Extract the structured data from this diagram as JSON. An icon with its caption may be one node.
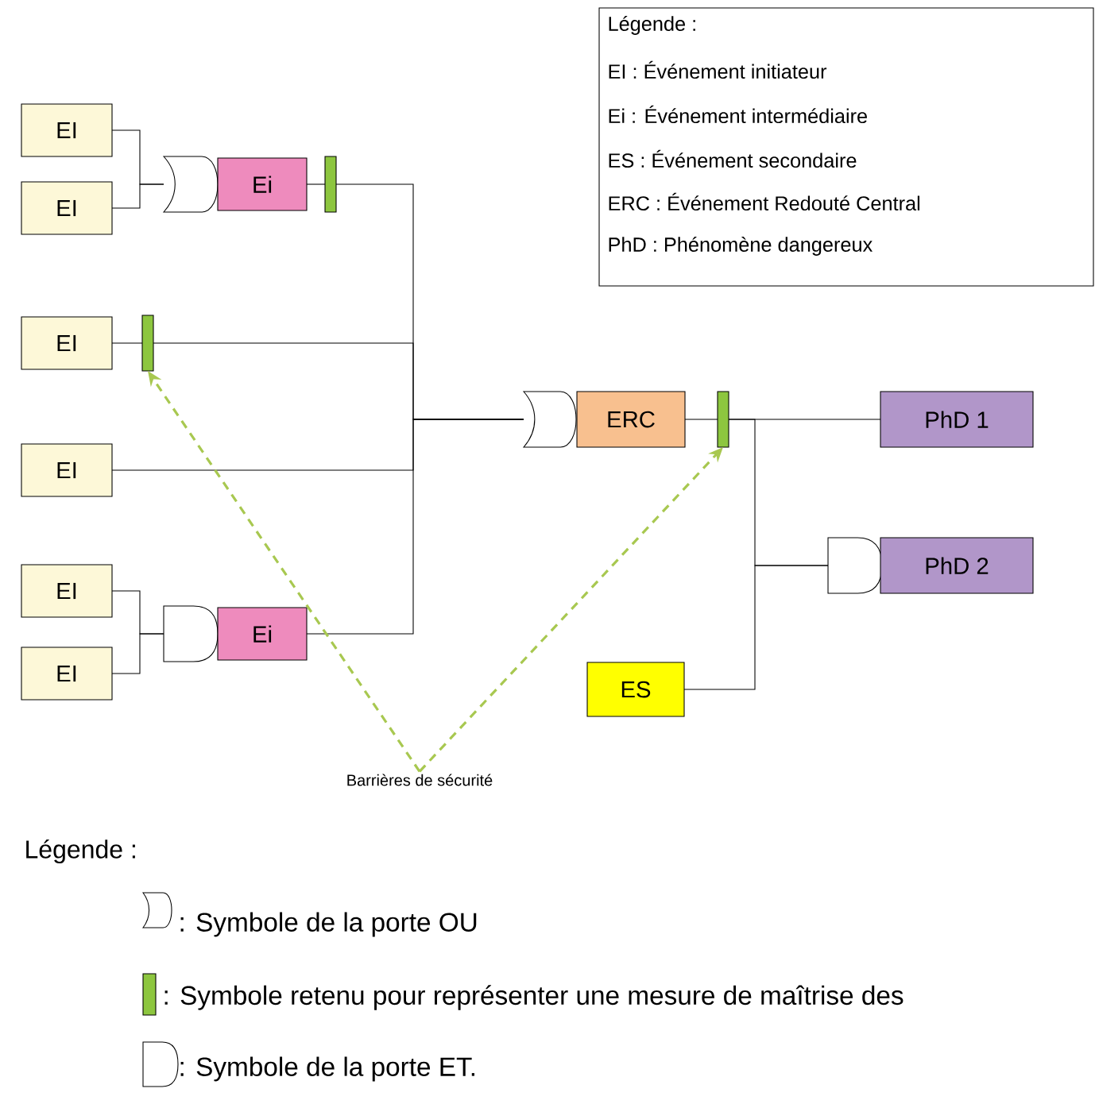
{
  "diagram": {
    "nodes": [
      {
        "text": [
          "EI"
        ]
      },
      {
        "text": [
          "EI"
        ]
      },
      {
        "text": [],
        "shape": "gate"
      },
      {
        "text": [
          "Ei"
        ]
      },
      {
        "text": [],
        "shape": "bar"
      },
      {
        "text": [
          "EI"
        ]
      },
      {
        "text": [],
        "shape": "bar"
      },
      {
        "text": [
          "EI"
        ]
      },
      {
        "text": [
          "EI"
        ]
      },
      {
        "text": [
          "EI"
        ]
      },
      {
        "text": [],
        "shape": "gate"
      },
      {
        "text": [
          "Ei"
        ]
      },
      {
        "text": [],
        "shape": "gate"
      },
      {
        "text": [
          "ERC"
        ]
      },
      {
        "text": [],
        "shape": "bar"
      },
      {
        "text": [
          "PhD 1"
        ]
      },
      {
        "text": [],
        "shape": "gate"
      },
      {
        "text": [
          "PhD 2"
        ]
      },
      {
        "text": [
          "ES"
        ]
      },
      {
        "text": [
          "Barrières de sécurité"
        ]
      }
    ],
    "edges": [
      {
        "from": 0,
        "to": 2,
        "arrow": "none"
      },
      {
        "from": 1,
        "to": 2,
        "arrow": "none"
      },
      {
        "from": 3,
        "to": 4,
        "arrow": "none"
      },
      {
        "from": 4,
        "to": 12,
        "arrow": "none"
      },
      {
        "from": 5,
        "to": 6,
        "arrow": "none"
      },
      {
        "from": 6,
        "to": 12,
        "arrow": "none"
      },
      {
        "from": 7,
        "to": 12,
        "arrow": "none"
      },
      {
        "from": 8,
        "to": 10,
        "arrow": "none"
      },
      {
        "from": 9,
        "to": 10,
        "arrow": "none"
      },
      {
        "from": 11,
        "to": 12,
        "arrow": "none"
      },
      {
        "from": 13,
        "to": 14,
        "arrow": "none"
      },
      {
        "from": 14,
        "to": 15,
        "arrow": "none"
      },
      {
        "from": 14,
        "to": 16,
        "arrow": "none"
      },
      {
        "from": 18,
        "to": 16,
        "arrow": "none"
      },
      {
        "from": 19,
        "to": 6,
        "arrow": "to",
        "style": "dashed",
        "color": "#a8c850"
      },
      {
        "from": 19,
        "to": 14,
        "arrow": "to",
        "style": "dashed",
        "color": "#a8c850"
      }
    ],
    "labels": [
      "Légende :",
      "EI : Événement initiateur",
      "Ei : Événement intermédiaire",
      "ES : Événement secondaire",
      "ERC : Événement Redouté Central",
      "PhD : Phénomène dangereux",
      "Légende :"
    ],
    "legend": [
      {
        "text": ": Symbole de la porte OU"
      },
      {
        "text": ": Symbole retenu pour représenter une mesure de maîtrise des",
        "color": "#8dc63f"
      },
      {
        "text": ": Symbole de la porte ET."
      }
    ]
  }
}
